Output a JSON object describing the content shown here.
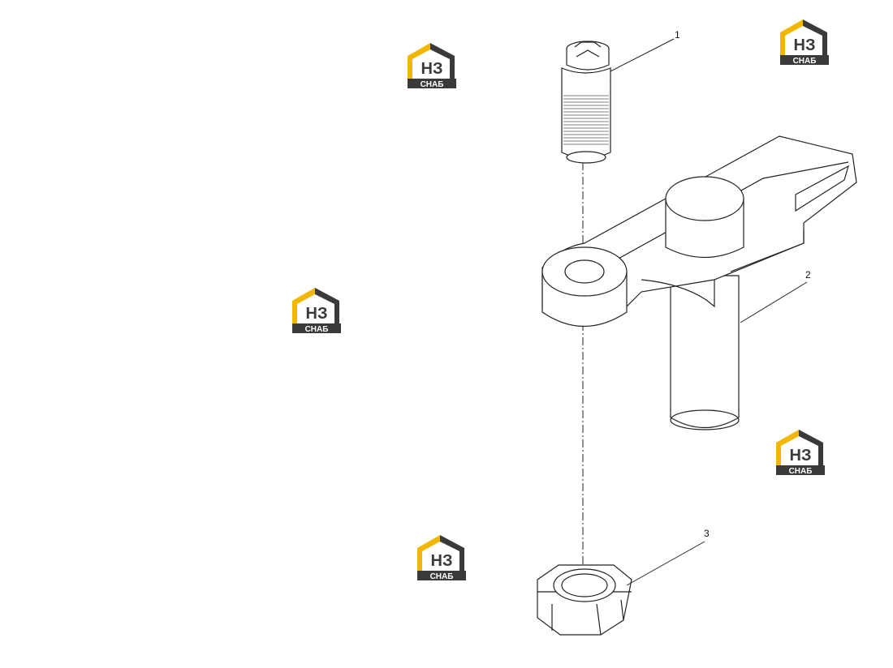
{
  "diagram": {
    "callouts": [
      {
        "id": "1",
        "label": "1"
      },
      {
        "id": "2",
        "label": "2"
      },
      {
        "id": "3",
        "label": "3"
      }
    ],
    "parts": [
      {
        "id": "1",
        "name": "adjusting-screw"
      },
      {
        "id": "2",
        "name": "rocker-arm"
      },
      {
        "id": "3",
        "name": "hex-nut"
      }
    ]
  },
  "watermark": {
    "letters": "НЗ",
    "caption": "СНАБ",
    "colors": {
      "primary": "#f2b705",
      "secondary": "#3a3a3a"
    }
  }
}
